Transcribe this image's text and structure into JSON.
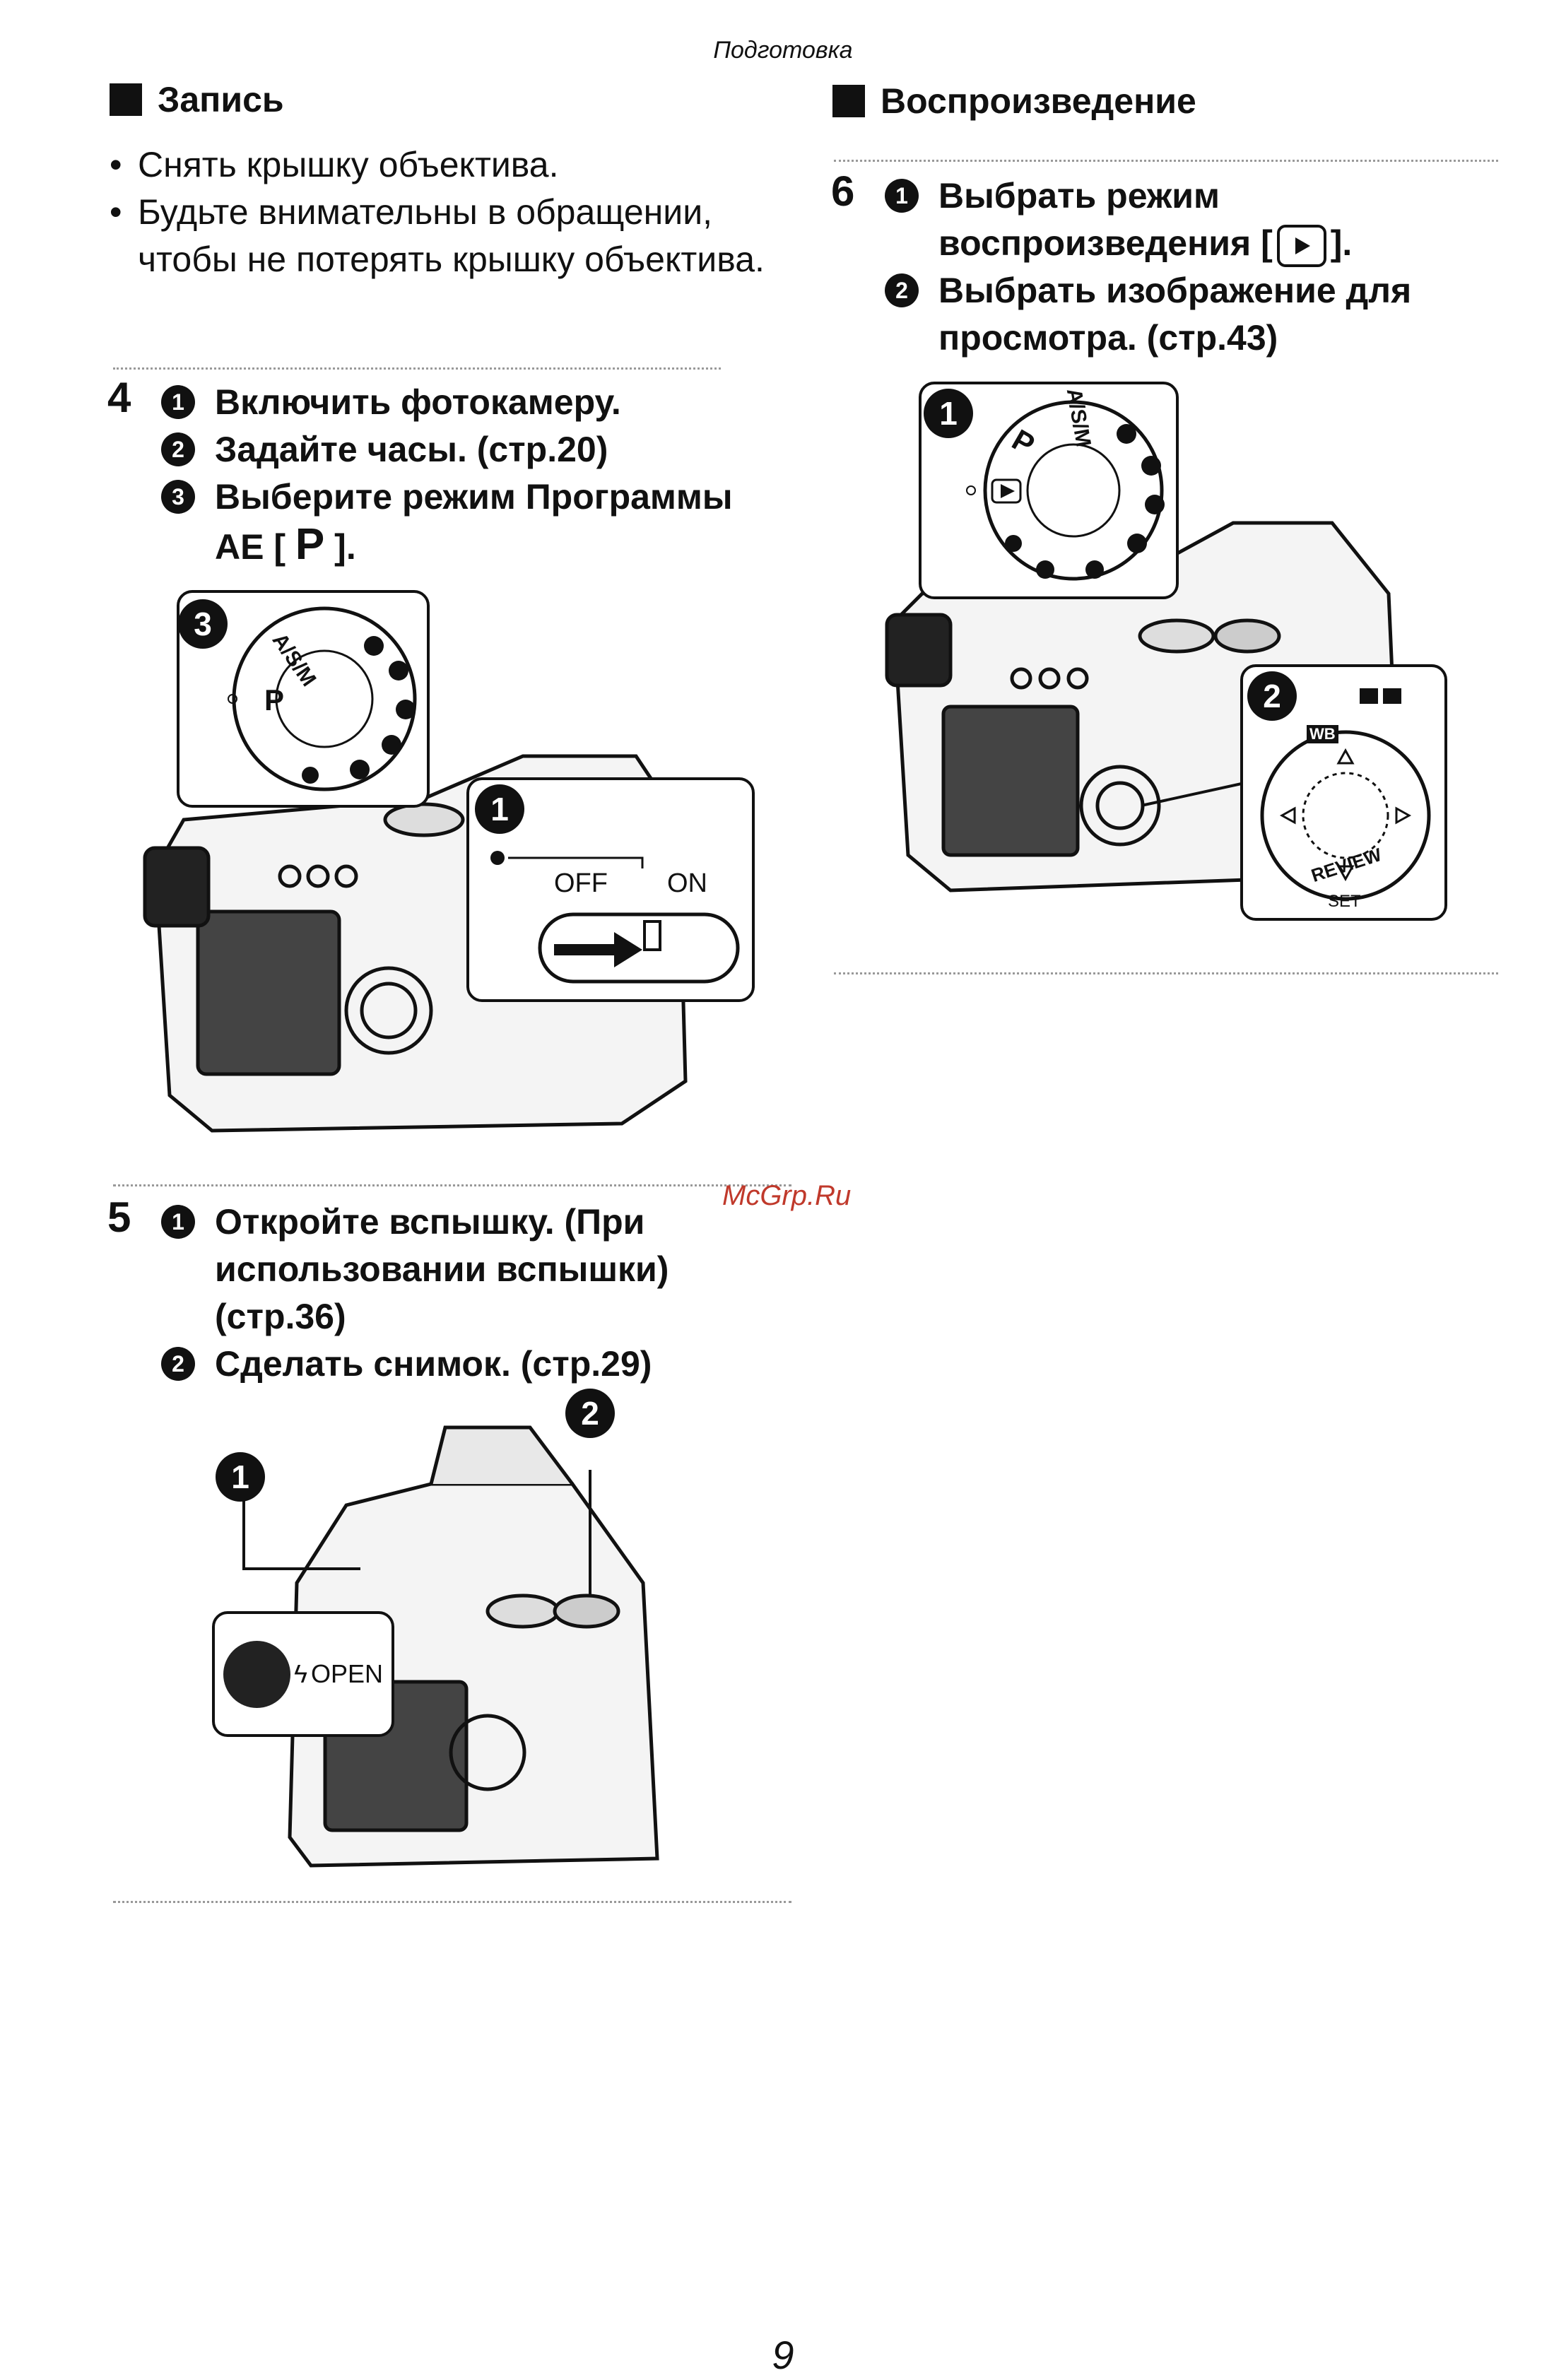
{
  "header": "Подготовка",
  "left": {
    "section_title": "Запись",
    "bullets": [
      "Снять крышку объектива.",
      "Будьте внимательны в обращении, чтобы не потерять крышку объектива."
    ],
    "step4": {
      "number": "4",
      "items": [
        {
          "marker": "1",
          "text": "Включить фотокамеру."
        },
        {
          "marker": "2",
          "text": "Задайте часы. (стр.20)"
        },
        {
          "marker": "3",
          "text_a": "Выберите режим Программы",
          "text_b": "AE [",
          "symbol": "P",
          "text_c": "]."
        }
      ]
    },
    "illus1": {
      "marker3": "3",
      "marker1": "1",
      "dial_labels": [
        "A/S/M",
        "P"
      ],
      "switch_off": "OFF",
      "switch_on": "ON"
    },
    "step5": {
      "number": "5",
      "items": [
        {
          "marker": "1",
          "lines": [
            "Откройте вспышку. (При",
            "использовании вспышки)",
            "(стр.36)"
          ]
        },
        {
          "marker": "2",
          "lines": [
            "Сделать снимок. (стр.29)"
          ]
        }
      ]
    },
    "illus2": {
      "marker1": "1",
      "marker2": "2",
      "open_label": "OPEN"
    }
  },
  "right": {
    "section_title": "Воспроизведение",
    "step6": {
      "number": "6",
      "items": [
        {
          "marker": "1",
          "lines": [
            "Выбрать режим",
            "воспроизведения ["
          ],
          "after_icon": "]."
        },
        {
          "marker": "2",
          "lines": [
            "Выбрать изображение для",
            "просмотра. (стр.43)"
          ]
        }
      ]
    },
    "illus3": {
      "marker1": "1",
      "marker2": "2",
      "dial_labels": [
        "A/S/M",
        "P"
      ],
      "pad_wb": "WB",
      "pad_review": "REVIEW",
      "pad_set": "SET"
    }
  },
  "watermark": "McGrp.Ru",
  "page_number": "9"
}
